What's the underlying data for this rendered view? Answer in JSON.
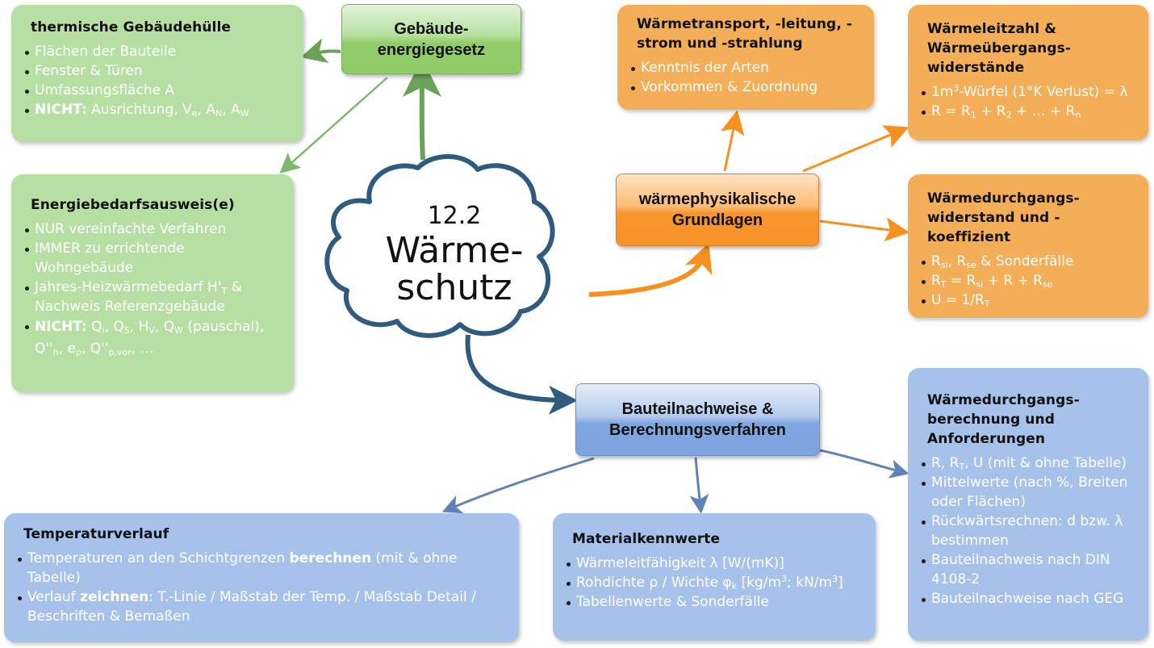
{
  "center": {
    "number": "12.2",
    "title_line1": "Wärme-",
    "title_line2": "schutz"
  },
  "hubs": {
    "geg": {
      "line1": "Gebäude-",
      "line2": "energiegesetz"
    },
    "physics": {
      "line1": "wärmephysikalische",
      "line2": "Grundlagen"
    },
    "verification": {
      "line1": "Bauteilnachweise &",
      "line2": "Berechnungsverfahren"
    }
  },
  "boxes": {
    "thermal_envelope": {
      "title": "thermische Gebäudehülle",
      "items": [
        "Flächen der Bauteile",
        "Fenster & Türen",
        "Umfassungsfläche A"
      ],
      "not_label": "NICHT:",
      "not_text": "Ausrichtung, V",
      "not_sub1": "e",
      "not_mid1": ", A",
      "not_sub2": "N",
      "not_mid2": ", A",
      "not_sub3": "W"
    },
    "energy_certificate": {
      "title": "Energiebedarfsausweis(e)",
      "item1": "NUR vereinfachte Verfahren",
      "item2": "IMMER zu errichtende Wohngebäude",
      "item3_a": "Jahres-Heizwärmebedarf H'",
      "item3_sub": "T",
      "item3_b": " & Nachweis Referenzgebäude",
      "not_label": "NICHT:",
      "not_parts": [
        "Q",
        "i",
        ", Q",
        "S",
        ", H",
        "V",
        ", Q",
        "W",
        " (pauschal), Q''",
        "h",
        ", e",
        "p",
        ", Q''",
        "p,vor",
        ", …"
      ]
    },
    "heat_transport": {
      "title": "Wärmetransport, -leitung, -strom und -strahlung",
      "items": [
        "Kenntnis der Arten",
        "Vorkommen & Zuordnung"
      ]
    },
    "conductivity": {
      "title": "Wärmeleitzahl & Wärmeübergangs-widerstände",
      "item1_a": "1m",
      "item1_sup": "3",
      "item1_b": "-Würfel (1°K Verlust) = λ",
      "item2_parts": [
        "R = R",
        "1",
        " + R",
        "2",
        " + …  + R",
        "n"
      ]
    },
    "transmittance": {
      "title": "Wärmedurchgangs-widerstand und -koeffizient",
      "item1_parts": [
        "R",
        "si",
        ", R",
        "se",
        " & Sonderfälle"
      ],
      "item2_parts": [
        "R",
        "T",
        " = R",
        "si",
        " + R + R",
        "se"
      ],
      "item3_parts": [
        "U = 1/R",
        "T"
      ]
    },
    "temperature": {
      "title": "Temperaturverlauf",
      "item1_a": "Temperaturen an den Schichtgrenzen ",
      "item1_bold": "berechnen",
      "item1_b": " (mit & ohne Tabelle)",
      "item2_a": "Verlauf ",
      "item2_bold": "zeichnen",
      "item2_b": ": T.-Linie / Maßstab der Temp. / Maßstab Detail / Beschriften & Bemaßen"
    },
    "material": {
      "title": "Materialkennwerte",
      "item1": "Wärmeleitfähigkeit λ [W/(mK)]",
      "item2_a": "Rohdichte ρ / Wichte φ",
      "item2_sub": "k",
      "item2_b": " [kg/m",
      "item2_sup1": "3",
      "item2_c": "; kN/m",
      "item2_sup2": "3",
      "item2_d": "]",
      "item3": "Tabellenwerte & Sonderfälle"
    },
    "calculation": {
      "title": "Wärmedurchgangs-berechnung und Anforderungen",
      "item1_parts": [
        "R, R",
        "T",
        ", U (mit & ohne Tabelle)"
      ],
      "items": [
        "Mittelwerte (nach %, Breiten oder Flächen)",
        "Rückwärtsrechnen: d bzw. λ bestimmen",
        "Bauteilnachweis nach DIN 4108-2",
        "Bauteilnachweise nach GEG"
      ]
    }
  },
  "colors": {
    "green_box": "#b7dfa4",
    "orange_box": "#f3ae57",
    "blue_box": "#a7c2ea",
    "cloud_stroke": "#2f5c7e",
    "green_connector": "#6aa358",
    "orange_connector": "#f7901e",
    "blue_connector": "#5f82bb"
  }
}
